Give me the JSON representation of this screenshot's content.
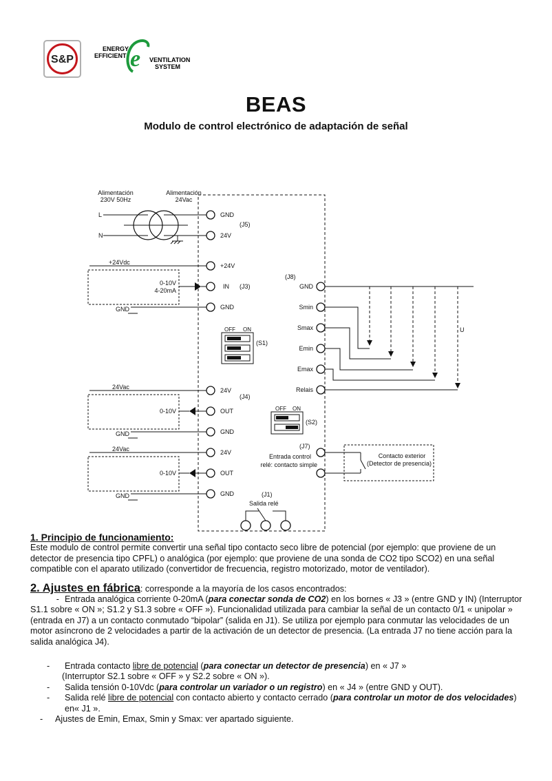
{
  "logos": {
    "sp_text": "S&P",
    "energy_lines": [
      "ENERGY",
      "EFFICIENT"
    ],
    "e_letter": "e",
    "ventilation_lines": [
      "VENTILATION",
      "SYSTEM"
    ]
  },
  "header": {
    "title": "BEAS",
    "subtitle": "Modulo de control electrónico de adaptación de señal"
  },
  "diagram": {
    "supply_230": [
      "Alimentación",
      "230V 50Hz"
    ],
    "supply_24": [
      "Alimentación",
      "24Vac"
    ],
    "line_L": "L",
    "line_N": "N",
    "left_terminals": [
      "GND",
      "24V",
      "+24V",
      "IN",
      "GND",
      "24V",
      "OUT",
      "GND",
      "24V",
      "OUT",
      "GND"
    ],
    "j5": "(J5)",
    "j3": "(J3)",
    "j4": "(J4)",
    "j1": "(J1)",
    "salida_rele": "Salida relé",
    "plus24vdc": "+24Vdc",
    "in_signal": [
      "0-10V",
      "4-20mA"
    ],
    "gnd_label": "GND",
    "vac24": "24Vac",
    "v010": "0-10V",
    "s1_off": "OFF",
    "s1_on": "ON",
    "s1": "(S1)",
    "s2_off": "OFF",
    "s2_on": "ON",
    "s2": "(S2)",
    "j8": "(J8)",
    "right_terminals": [
      "GND",
      "Smin",
      "Smax",
      "Emin",
      "Emax",
      "Relais"
    ],
    "u_label": "U",
    "j7": "(J7)",
    "entrada_control": [
      "Entrada control",
      "relé: contacto simple"
    ],
    "contacto_exterior": [
      "Contacto exterior",
      "(Detector de presencia)"
    ]
  },
  "section1": {
    "heading": "1. Principio de funcionamiento:",
    "text": "Este modulo de  control permite convertir una señal tipo contacto seco  libre de potencial (por ejemplo:  que  proviene de un detector de presencia tipo CPFL) o analógica (por ejemplo: que proviene de una sonda de CO2 tipo SCO2) en una señal compatible con el aparato utilizado (convertidor de frecuencia, registro motorizado, motor de ventilador)."
  },
  "section2": {
    "heading": "2. Ajustes en fábrica",
    "heading_rest": ": corresponde a la mayoría de los casos encontrados:",
    "item1_pre": "Entrada analógica corriente 0-20mA (",
    "item1_bi": "para conectar sonda de CO2",
    "item1_post": ") en los bornes « J3 » (entre GND y IN) (Interruptor S1.1 sobre « ON »; S1.2 y S1.3 sobre « OFF »). Funcionalidad utilizada para cambiar la señal de un contacto 0/1 « unipolar » (entrada en J7) a un contacto conmutado  “bipolar” (salida en J1). Se utiliza por ejemplo para conmutar las velocidades de un motor asíncrono de 2 velocidades a partir de la activación de un detector de presencia. (La entrada J7 no tiene acción para la salida analógica J4).",
    "item2_pre": "Entrada contacto ",
    "item2_u": "libre de potencial",
    "item2_mid": " (",
    "item2_bi": "para conectar un detector de presencia",
    "item2_post": ") en « J7 »",
    "item2_line2": "(Interruptor S2.1 sobre « OFF » y S2.2 sobre « ON »).",
    "item3_pre": "Salida tensión 0-10Vdc (",
    "item3_bi": "para controlar un variador o un registro",
    "item3_post": ") en « J4 » (entre GND y OUT).",
    "item4_pre": "Salida relé ",
    "item4_u": "libre de potencial",
    "item4_mid": " con contacto abierto y contacto cerrado (",
    "item4_bi": "para controlar un motor de dos velocidades",
    "item4_post": ") en« J1 ».",
    "item5": "Ajustes de Emin, Emax, Smin y Smax: ver apartado siguiente."
  }
}
